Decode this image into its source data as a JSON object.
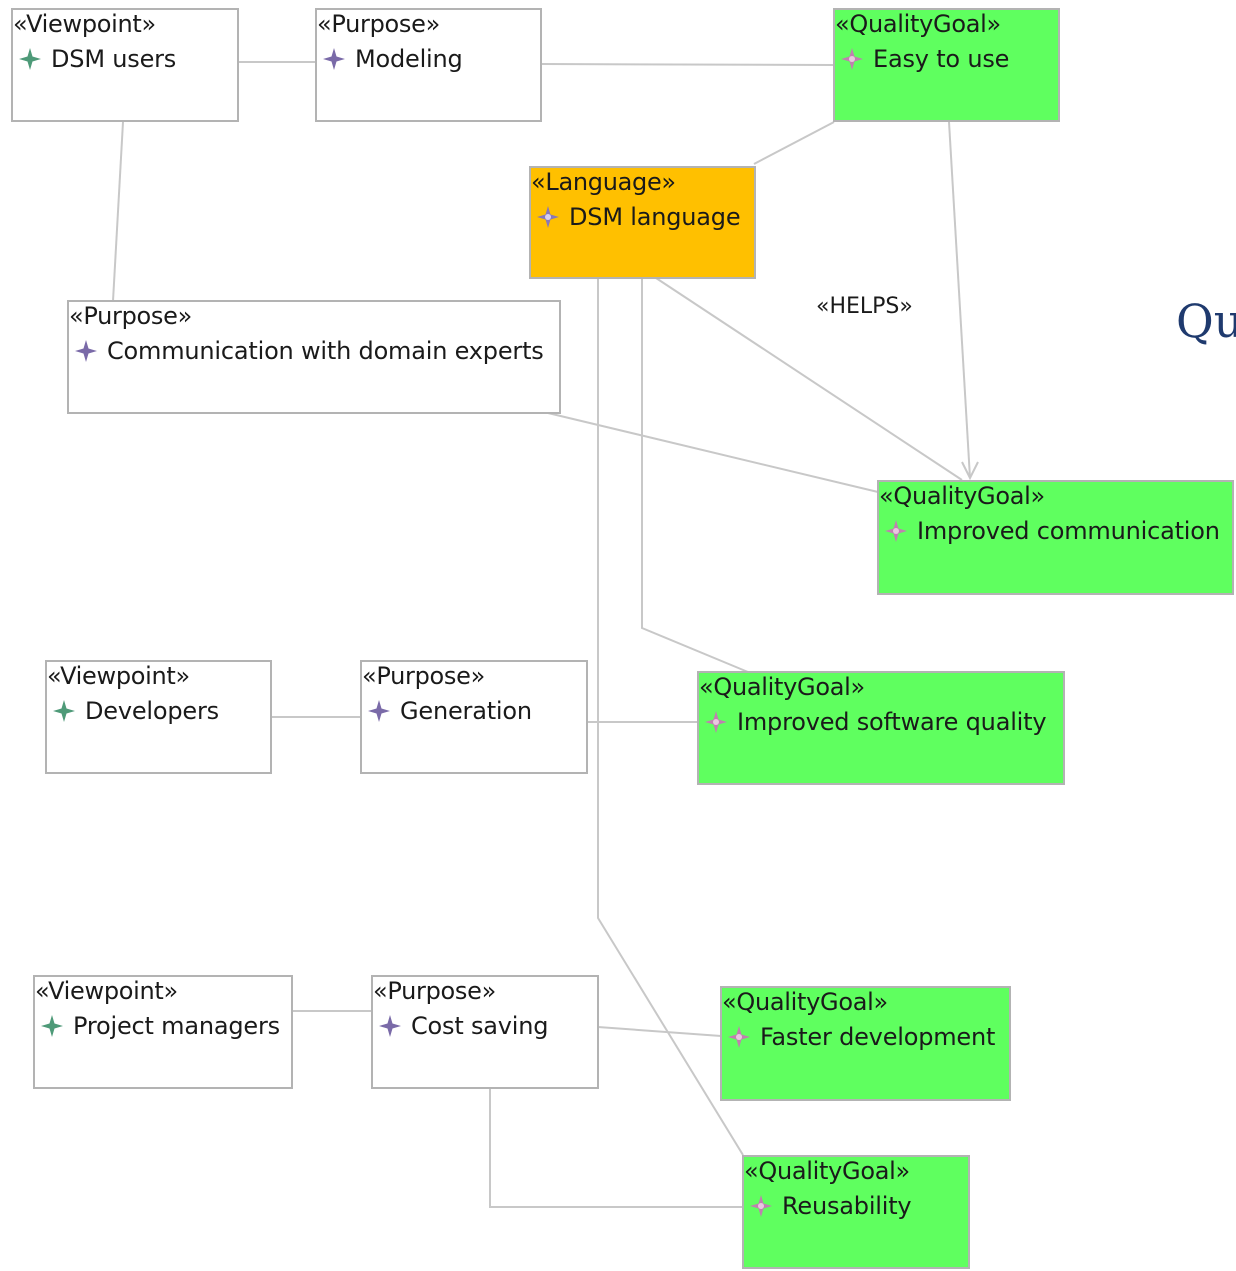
{
  "nodes": {
    "dsm_users": {
      "stereotype": "«Viewpoint»",
      "label": "DSM users",
      "icon": "viewpoint-icon",
      "color": "#ffffff"
    },
    "modeling": {
      "stereotype": "«Purpose»",
      "label": "Modeling",
      "icon": "purpose-icon",
      "color": "#ffffff"
    },
    "easy_to_use": {
      "stereotype": "«QualityGoal»",
      "label": "Easy to use",
      "icon": "quality-goal-icon",
      "color": "#5fff5f"
    },
    "dsm_language": {
      "stereotype": "«Language»",
      "label": "DSM language",
      "icon": "language-icon",
      "color": "#ffc000"
    },
    "communication": {
      "stereotype": "«Purpose»",
      "label": "Communication with domain experts",
      "icon": "purpose-icon",
      "color": "#ffffff"
    },
    "improved_communication": {
      "stereotype": "«QualityGoal»",
      "label": "Improved communication",
      "icon": "quality-goal-icon",
      "color": "#5fff5f"
    },
    "developers": {
      "stereotype": "«Viewpoint»",
      "label": "Developers",
      "icon": "viewpoint-icon",
      "color": "#ffffff"
    },
    "generation": {
      "stereotype": "«Purpose»",
      "label": "Generation",
      "icon": "purpose-icon",
      "color": "#ffffff"
    },
    "improved_quality": {
      "stereotype": "«QualityGoal»",
      "label": "Improved software quality",
      "icon": "quality-goal-icon",
      "color": "#5fff5f"
    },
    "project_managers": {
      "stereotype": "«Viewpoint»",
      "label": "Project managers",
      "icon": "viewpoint-icon",
      "color": "#ffffff"
    },
    "cost_saving": {
      "stereotype": "«Purpose»",
      "label": "Cost saving",
      "icon": "purpose-icon",
      "color": "#ffffff"
    },
    "faster_development": {
      "stereotype": "«QualityGoal»",
      "label": "Faster development",
      "icon": "quality-goal-icon",
      "color": "#5fff5f"
    },
    "reusability": {
      "stereotype": "«QualityGoal»",
      "label": "Reusability",
      "icon": "quality-goal-icon",
      "color": "#5fff5f"
    }
  },
  "edges": {
    "helps_label": "«HELPS»"
  },
  "side_text": "Qu",
  "colors": {
    "quality_goal": "#5fff5f",
    "language": "#ffc000",
    "node_border": "#b3b3b3",
    "edge": "#c8c8c8",
    "viewpoint_icon": "#4e9a78",
    "purpose_icon": "#7a6aa8",
    "quality_icon": "#c080b0",
    "side_text": "#1f3a6e"
  }
}
